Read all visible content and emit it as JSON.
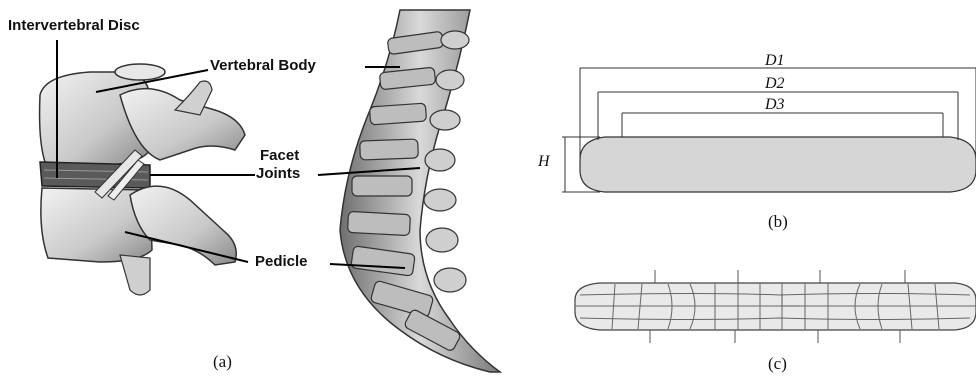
{
  "panel_a": {
    "labels": {
      "intervertebral_disc": "Intervertebral Disc",
      "vertebral_body": "Vertebral Body",
      "facet_joints_line1": "Facet",
      "facet_joints_line2": "Joints",
      "pedicle": "Pedicle"
    },
    "caption": "(a)"
  },
  "panel_b": {
    "dimensions": {
      "d1": "D1",
      "d2": "D2",
      "d3": "D3",
      "h": "H"
    },
    "caption": "(b)"
  },
  "panel_c": {
    "caption": "(c)"
  }
}
